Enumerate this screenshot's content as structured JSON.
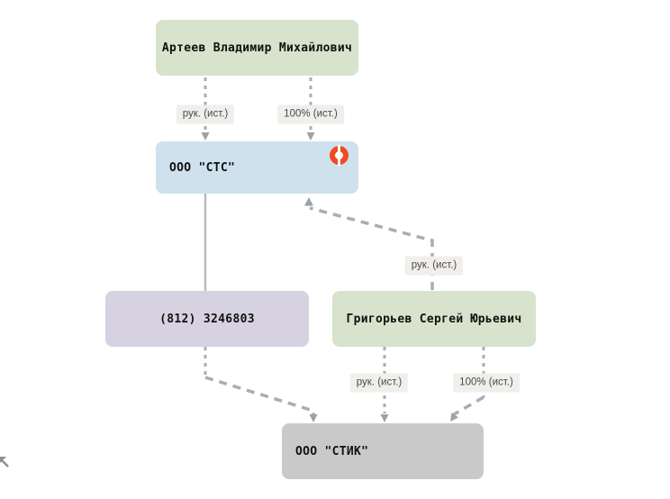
{
  "nodes": {
    "arteev": {
      "label": "Артеев Владимир Михайлович",
      "type": "person"
    },
    "sts": {
      "label": "ООО \"СТС\"",
      "type": "company",
      "status_icon": "status-ring-icon"
    },
    "phone": {
      "label": "(812) 3246803",
      "type": "phone"
    },
    "grigoriev": {
      "label": "Григорьев Сергей Юрьевич",
      "type": "person"
    },
    "stik": {
      "label": "ООО \"СТИК\"",
      "type": "company"
    }
  },
  "edge_labels": {
    "arteev_sts_head": "рук. (ист.)",
    "arteev_sts_share": "100% (ист.)",
    "grigoriev_sts_head": "рук. (ист.)",
    "grigoriev_stik_head": "рук. (ист.)",
    "grigoriev_stik_share": "100% (ист.)"
  },
  "colors": {
    "canvas_bg": "#ffffff",
    "person_box": "#d7e3cc",
    "company_active_box": "#cfe1ed",
    "phone_box": "#d7d2e1",
    "company_box": "#c9c9c9",
    "edge_dash": "#a6aeb6",
    "edge_solid": "#bcbcbe",
    "arrow": "#9aa2a9",
    "label_bg": "#f1efec",
    "label_text": "#4a4a4a",
    "node_text": "#111111",
    "status_icon": "#f04b21",
    "corner_icon": "#8f8f8f"
  }
}
